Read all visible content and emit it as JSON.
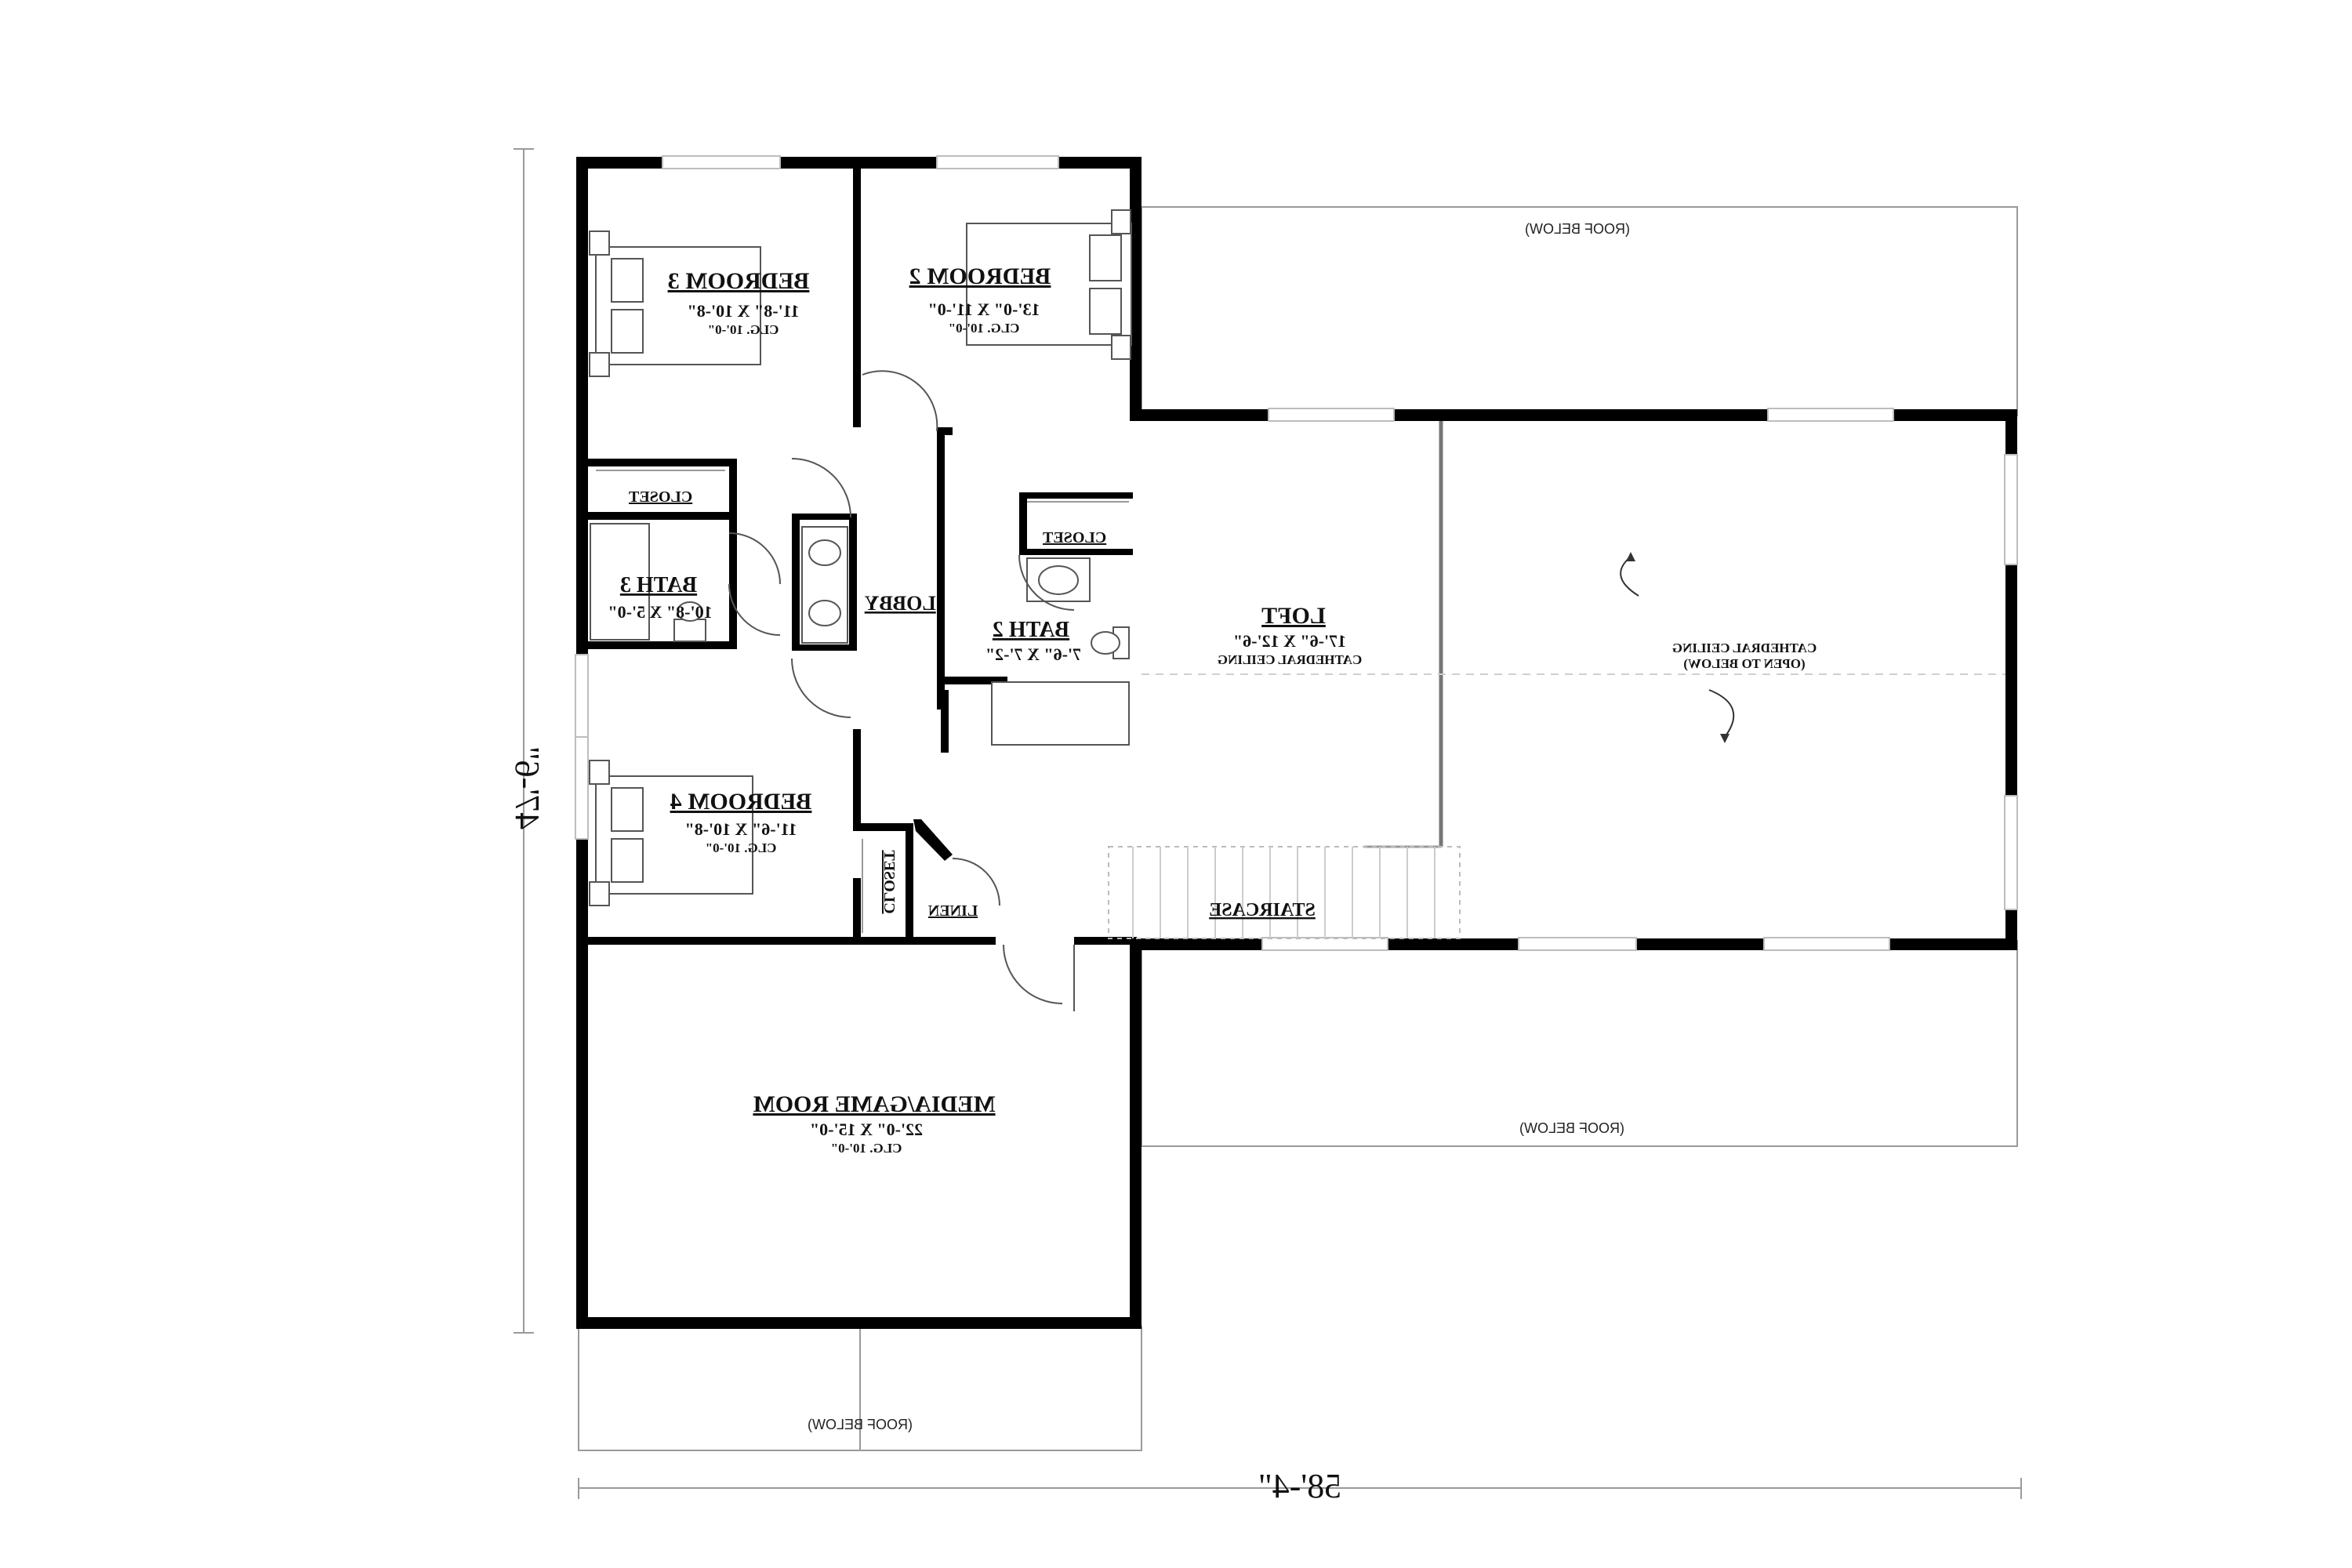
{
  "plan": {
    "dimensions": {
      "width": "58'-4\"",
      "depth": "47'-6\""
    },
    "rooms": {
      "bedroom3": {
        "name": "BEDROOM 3",
        "size": "11'-8\" X 10'-8\"",
        "ceiling": "CLG. 10'-0\""
      },
      "bedroom2": {
        "name": "BEDROOM 2",
        "size": "13'-0\" X 11'-0\"",
        "ceiling": "CLG. 10'-0\""
      },
      "bedroom4": {
        "name": "BEDROOM 4",
        "size": "11'-6\" X 10'-8\"",
        "ceiling": "CLG. 10'-0\""
      },
      "bath3": {
        "name": "BATH 3",
        "size": "10'-8\" X 5'-0\""
      },
      "bath2": {
        "name": "BATH 2",
        "size": "7'-6\" X 7'-2\""
      },
      "lobby": {
        "name": "LOBBY"
      },
      "loft": {
        "name": "LOFT",
        "size": "17'-6\" X 12'-6\"",
        "ceiling": "CATHEDRAL CEILING"
      },
      "media": {
        "name": "MEDIA/GAME ROOM",
        "size": "22'-0\" X 15'-0\"",
        "ceiling": "CLG. 10'-0\""
      },
      "staircase": {
        "name": "STAIRCASE"
      },
      "closet_b3": {
        "name": "CLOSET"
      },
      "closet_b2": {
        "name": "CLOSET"
      },
      "closet_b4": {
        "name": "CLOSET"
      },
      "linen": {
        "name": "LINEN"
      },
      "open_below": {
        "line1": "CATHEDRAL CEILING",
        "line2": "(OPEN TO BELOW)"
      }
    },
    "roof_notes": {
      "top": "(ROOF BELOW)",
      "right": "(ROOF BELOW)",
      "bottom": "(ROOF BELOW)"
    }
  }
}
